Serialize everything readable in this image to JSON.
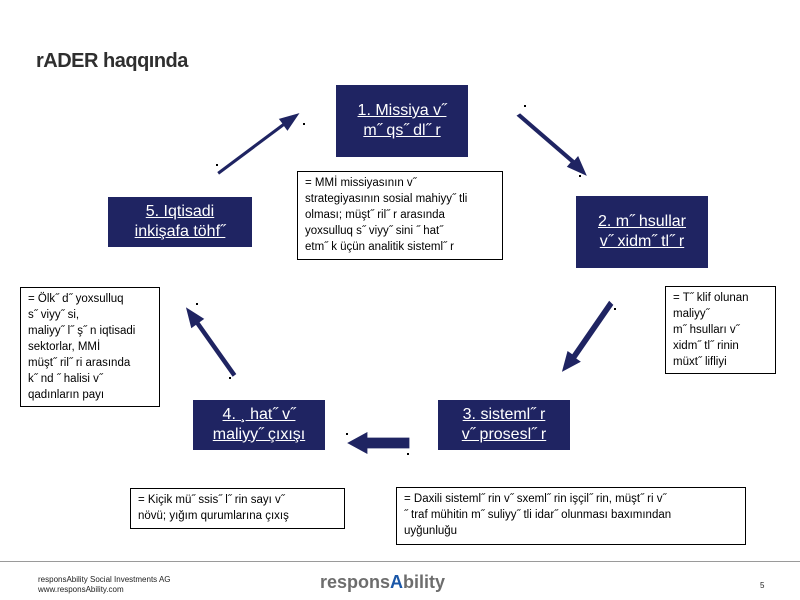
{
  "title": "rADER haqqında",
  "nodes": {
    "n1": [
      "1. Missiya v˝",
      "m˝ qs˝ dl˝ r"
    ],
    "n2": [
      "2. m˝ hsullar",
      "v˝ xidm˝ tl˝ r"
    ],
    "n3": [
      "3. sisteml˝ r",
      "v˝ prosesl˝ r"
    ],
    "n4": [
      "4. ¸ hat˝ v˝",
      "maliyy˝ çıxışı"
    ],
    "n5": [
      "5. Iqtisadi",
      "inkişafa töhf˝"
    ]
  },
  "notes": {
    "center": [
      "= MMİ missiyasının v˝",
      "strategiyasının sosial mahiyy˝ tli",
      "olması;  müşt˝ ril˝ r arasında",
      "yoxsulluq s˝ viyy˝ sini ˝ hat˝",
      "etm˝ k üçün analitik sisteml˝ r"
    ],
    "right": [
      "= T˝ klif olunan",
      "maliyy˝",
      "m˝ hsulları v˝",
      "xidm˝ tl˝ rinin",
      "müxt˝ lifliyi"
    ],
    "left": [
      "= Ölk˝ d˝  yoxsulluq",
      "s˝ viyy˝ si,",
      "maliyy˝ l˝ ş˝ n iqtisadi",
      "sektorlar, MMİ",
      "müşt˝ ril˝ ri arasında",
      "k˝ nd ˝ halisi v˝",
      "qadınların payı"
    ],
    "bottom_left": [
      "= Kiçik mü˝ ssis˝ l˝ rin sayı v˝",
      "növü; yığım qurumlarına çıxış"
    ],
    "bottom_right": [
      "= Daxili sisteml˝ rin v˝  sxeml˝ rin işçil˝ rin, müşt˝ ri v˝",
      "˝ traf mühitin m˝ suliyy˝ tli idar˝  olunması baxımından",
      "uyğunluğu"
    ]
  },
  "footer": {
    "company": "responsAbility Social Investments AG",
    "website": "www.responsAbility.com",
    "brand_prefix": "respons",
    "brand_accent": "A",
    "brand_suffix": "bility",
    "page": "5"
  },
  "colors": {
    "node_fill": "#1f2462",
    "arrow_fill": "#1f2462",
    "brand_accent": "#1a57a8"
  }
}
